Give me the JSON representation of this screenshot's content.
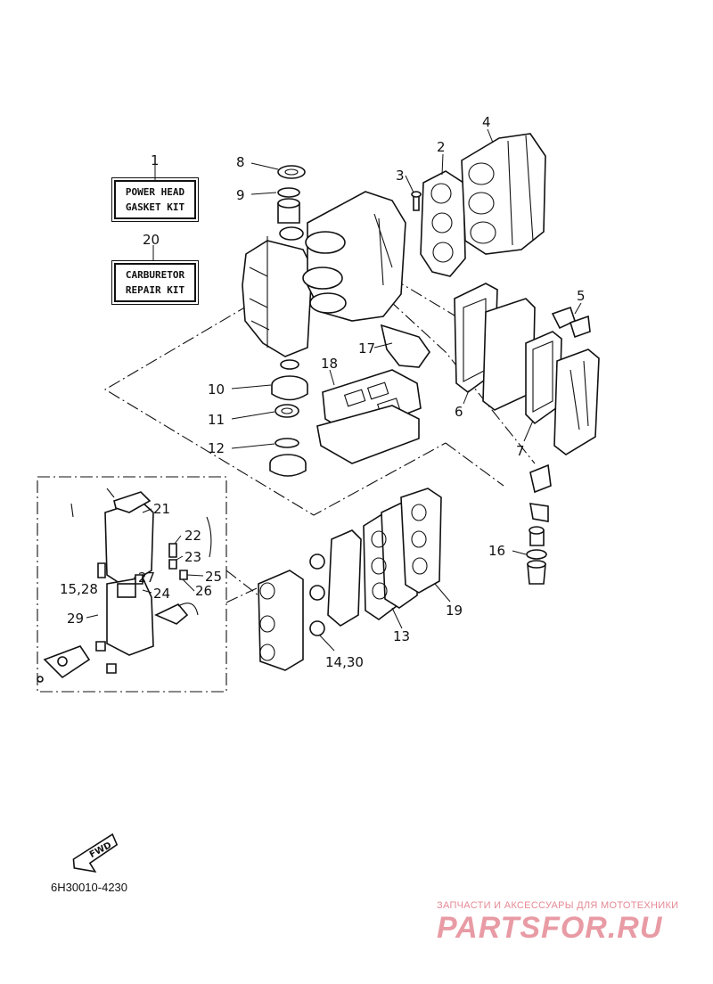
{
  "kits": [
    {
      "ref": "1",
      "line1": "POWER HEAD",
      "line2": "GASKET KIT"
    },
    {
      "ref": "20",
      "line1": "CARBURETOR",
      "line2": "REPAIR KIT"
    }
  ],
  "callouts": [
    "1",
    "2",
    "3",
    "4",
    "5",
    "6",
    "7",
    "8",
    "9",
    "10",
    "11",
    "12",
    "13",
    "14,30",
    "15,28",
    "16",
    "17",
    "18",
    "19",
    "20",
    "21",
    "22",
    "23",
    "24",
    "25",
    "26",
    "27",
    "29"
  ],
  "fwd_label": "FWD",
  "diagram_code": "6H30010-4230",
  "watermark": {
    "tagline": "ЗАПЧАСТИ И АКСЕССУАРЫ ДЛЯ МОТОТЕХНИКИ",
    "logo": "PARTSFOR.RU"
  }
}
